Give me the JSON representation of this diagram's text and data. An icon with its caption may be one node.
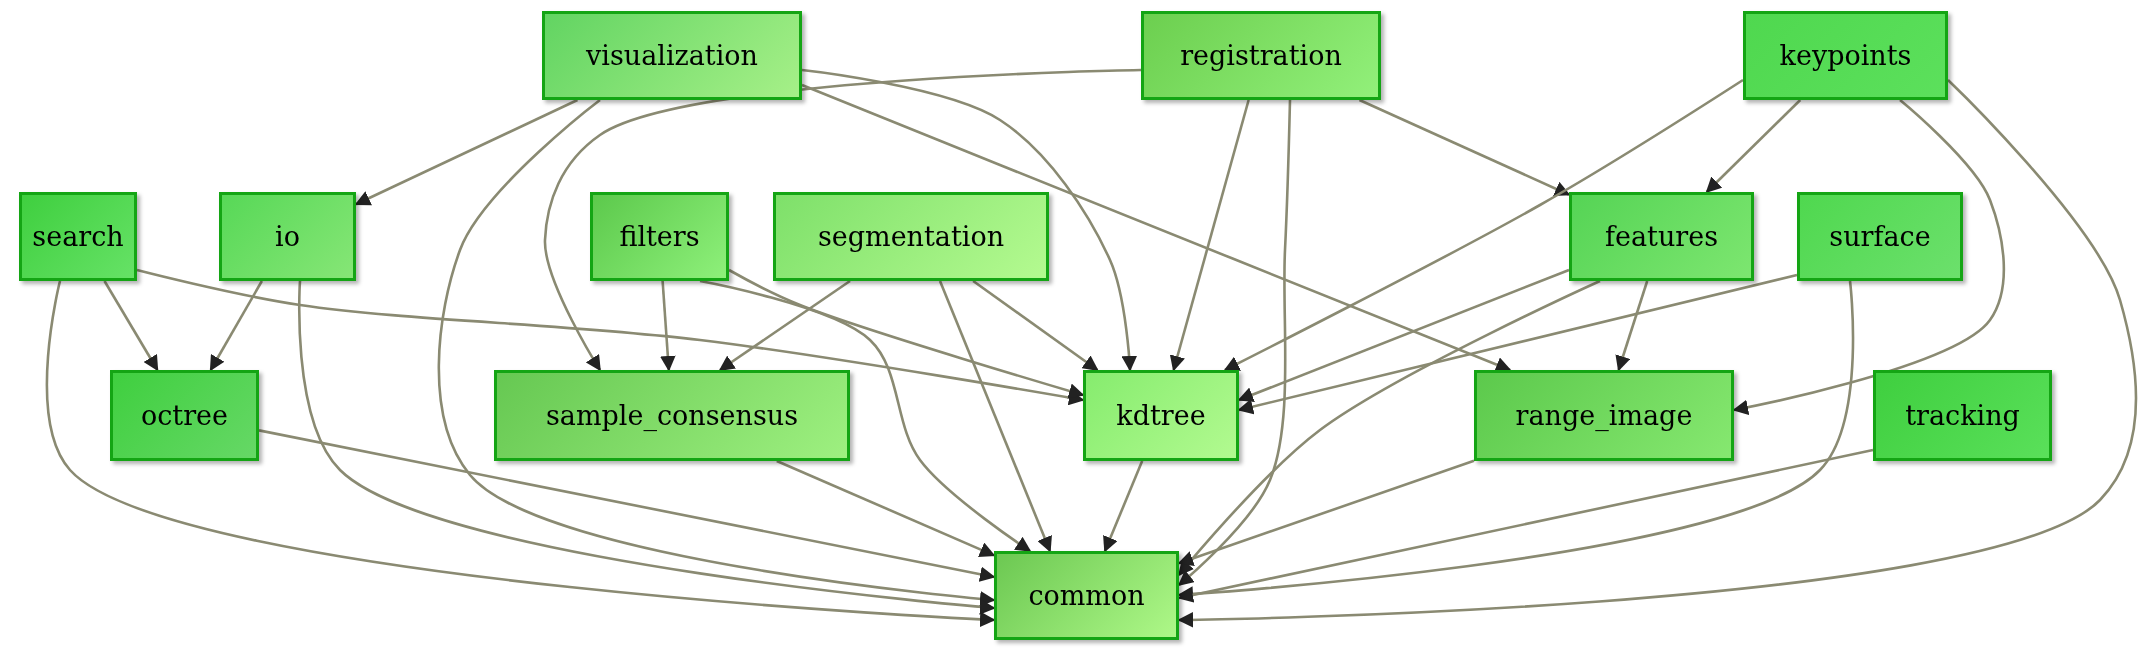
{
  "diagram": {
    "nodes": [
      {
        "text": [
          "visualization"
        ]
      },
      {
        "text": [
          "registration"
        ]
      },
      {
        "text": [
          "keypoints"
        ]
      },
      {
        "text": [
          "search"
        ]
      },
      {
        "text": [
          "io"
        ]
      },
      {
        "text": [
          "filters"
        ]
      },
      {
        "text": [
          "segmentation"
        ]
      },
      {
        "text": [
          "features"
        ]
      },
      {
        "text": [
          "surface"
        ]
      },
      {
        "text": [
          "octree"
        ]
      },
      {
        "text": [
          "sample_consensus"
        ]
      },
      {
        "text": [
          "kdtree"
        ]
      },
      {
        "text": [
          "range_image"
        ]
      },
      {
        "text": [
          "tracking"
        ]
      },
      {
        "text": [
          "common"
        ]
      }
    ],
    "edges": [
      {
        "from": 0,
        "to": 4,
        "arrow": "to"
      },
      {
        "from": 0,
        "to": 14,
        "arrow": "to"
      },
      {
        "from": 0,
        "to": 11,
        "arrow": "to"
      },
      {
        "from": 0,
        "to": 12,
        "arrow": "to"
      },
      {
        "from": 1,
        "to": 10,
        "arrow": "to"
      },
      {
        "from": 1,
        "to": 11,
        "arrow": "to"
      },
      {
        "from": 1,
        "to": 14,
        "arrow": "to"
      },
      {
        "from": 1,
        "to": 7,
        "arrow": "to"
      },
      {
        "from": 2,
        "to": 11,
        "arrow": "to"
      },
      {
        "from": 2,
        "to": 7,
        "arrow": "to"
      },
      {
        "from": 2,
        "to": 12,
        "arrow": "to"
      },
      {
        "from": 2,
        "to": 14,
        "arrow": "to"
      },
      {
        "from": 3,
        "to": 9,
        "arrow": "to"
      },
      {
        "from": 3,
        "to": 11,
        "arrow": "to"
      },
      {
        "from": 3,
        "to": 14,
        "arrow": "to"
      },
      {
        "from": 4,
        "to": 9,
        "arrow": "to"
      },
      {
        "from": 4,
        "to": 14,
        "arrow": "to"
      },
      {
        "from": 5,
        "to": 10,
        "arrow": "to"
      },
      {
        "from": 5,
        "to": 11,
        "arrow": "to"
      },
      {
        "from": 5,
        "to": 14,
        "arrow": "to"
      },
      {
        "from": 6,
        "to": 10,
        "arrow": "to"
      },
      {
        "from": 6,
        "to": 11,
        "arrow": "to"
      },
      {
        "from": 6,
        "to": 14,
        "arrow": "to"
      },
      {
        "from": 7,
        "to": 11,
        "arrow": "to"
      },
      {
        "from": 7,
        "to": 12,
        "arrow": "to"
      },
      {
        "from": 7,
        "to": 14,
        "arrow": "to"
      },
      {
        "from": 8,
        "to": 11,
        "arrow": "to"
      },
      {
        "from": 8,
        "to": 14,
        "arrow": "to"
      },
      {
        "from": 9,
        "to": 14,
        "arrow": "to"
      },
      {
        "from": 10,
        "to": 14,
        "arrow": "to"
      },
      {
        "from": 11,
        "to": 14,
        "arrow": "to"
      },
      {
        "from": 12,
        "to": 14,
        "arrow": "to"
      },
      {
        "from": 13,
        "to": 14,
        "arrow": "to"
      }
    ]
  }
}
